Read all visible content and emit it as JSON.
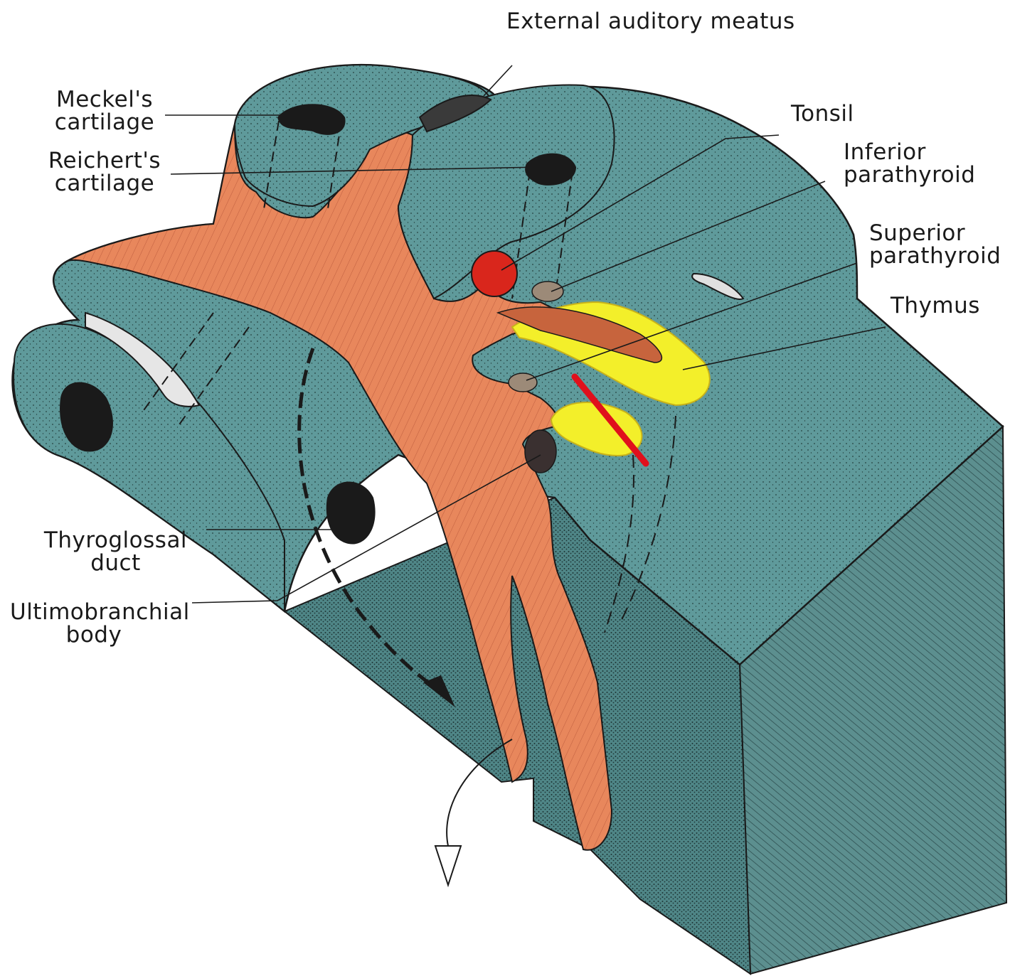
{
  "labels": {
    "external_auditory_meatus": "External auditory meatus",
    "meckels_line1": "Meckel's",
    "meckels_line2": "cartilage",
    "reicherts_line1": "Reichert's",
    "reicherts_line2": "cartilage",
    "tonsil": "Tonsil",
    "inferior_line1": "Inferior",
    "inferior_line2": "parathyroid",
    "superior_line1": "Superior",
    "superior_line2": "parathyroid",
    "thymus": "Thymus",
    "thyroglossal_line1": "Thyroglossal",
    "thyroglossal_line2": "duct",
    "ultimobranchial_line1": "Ultimobranchial",
    "ultimobranchial_line2": "body"
  },
  "colors": {
    "tissue": "#5f9a9b",
    "tissue_dark": "#3f7374",
    "pharynx": "#e8875c",
    "thymus": "#f3ef2a",
    "tonsil": "#d9261c",
    "annotation_line": "#e0101c",
    "parathyroid": "#9c8a78"
  }
}
